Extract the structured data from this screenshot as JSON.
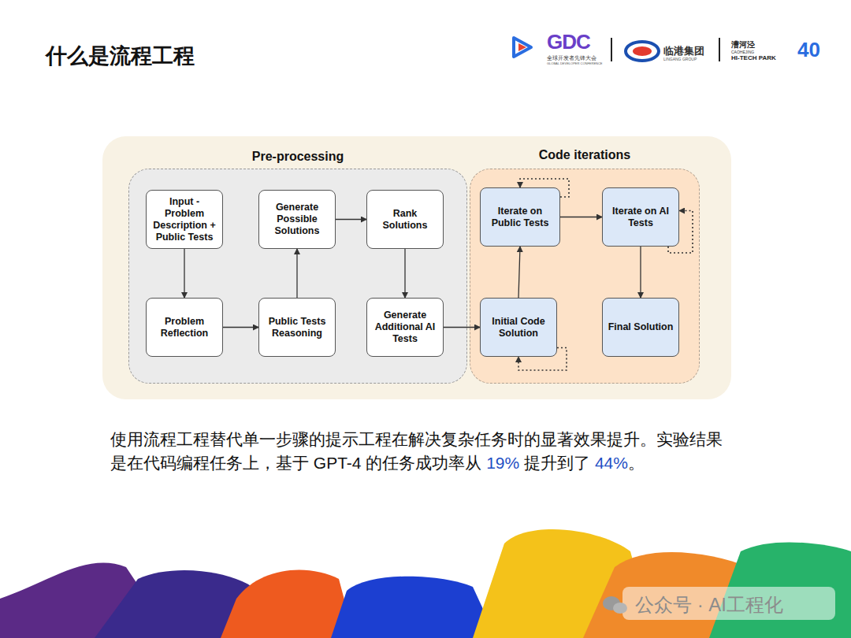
{
  "diagram": {
    "title": "什么是流程工程",
    "caption": "使用流程工程替代单一步骤的提示工程在解决复杂任务时的显著效果提升。实验结果是在代码编程任务上，基于 GPT-4 的任务成功率从 19% 提升到了 44%。",
    "nodes": [
      {
        "text": [
          "Pre-processing"
        ]
      },
      {
        "text": [
          "Input - Problem Description + Public Tests"
        ],
        "in": 0
      },
      {
        "text": [
          "Problem Reflection"
        ],
        "in": 0
      },
      {
        "text": [
          "Public Tests Reasoning"
        ],
        "in": 0
      },
      {
        "text": [
          "Generate Possible Solutions"
        ],
        "in": 0
      },
      {
        "text": [
          "Rank Solutions"
        ],
        "in": 0
      },
      {
        "text": [
          "Generate Additional AI Tests"
        ],
        "in": 0
      },
      {
        "text": [
          "Code iterations"
        ]
      },
      {
        "text": [
          "Iterate on Public Tests"
        ],
        "in": 7
      },
      {
        "text": [
          "Iterate on AI Tests"
        ],
        "in": 7
      },
      {
        "text": [
          "Initial Code Solution"
        ],
        "in": 7
      },
      {
        "text": [
          "Final Solution"
        ],
        "in": 7
      }
    ],
    "edges": [
      {
        "from": 1,
        "to": 2,
        "arrow": "to"
      },
      {
        "from": 2,
        "to": 3,
        "arrow": "to"
      },
      {
        "from": 3,
        "to": 4,
        "arrow": "to"
      },
      {
        "from": 4,
        "to": 5,
        "arrow": "to"
      },
      {
        "from": 5,
        "to": 6,
        "arrow": "to"
      },
      {
        "from": 6,
        "to": 10,
        "arrow": "to"
      },
      {
        "from": 10,
        "to": 8,
        "arrow": "to"
      },
      {
        "from": 8,
        "to": 9,
        "arrow": "to"
      },
      {
        "from": 9,
        "to": 11,
        "arrow": "to"
      },
      {
        "from": 8,
        "to": 8,
        "arrow": "to"
      },
      {
        "from": 9,
        "to": 9,
        "arrow": "to"
      },
      {
        "from": 10,
        "to": 10,
        "arrow": "to"
      }
    ],
    "labels": [
      "GDC",
      "全球开发者先锋大会",
      "GLOBAL DEVELOPER CONFERENCE",
      "临港集团",
      "LINGANG GROUP",
      "漕河泾",
      "CAOHEJING",
      "HI-TECH PARK",
      "40",
      "公众号 · AI工程化"
    ]
  }
}
